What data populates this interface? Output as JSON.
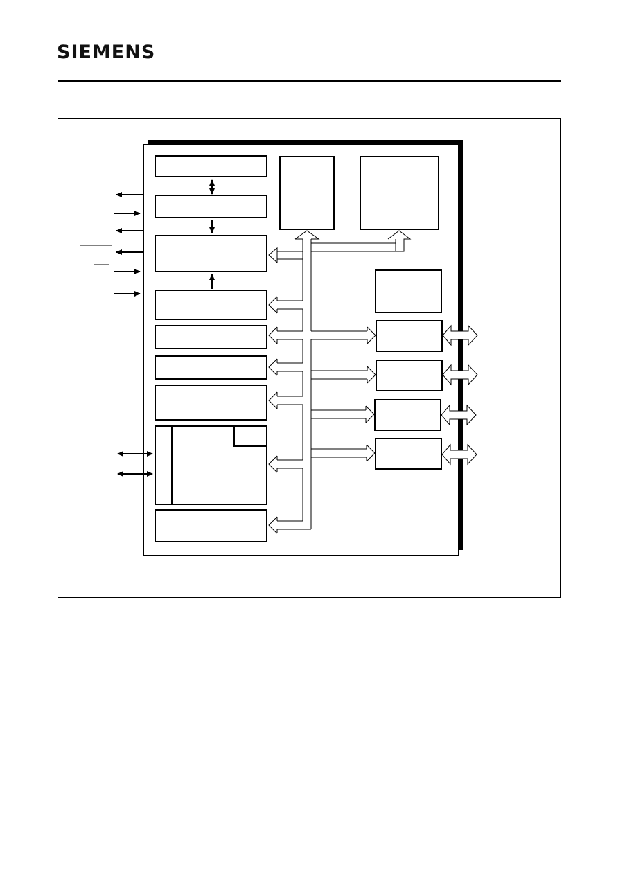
{
  "header": {
    "brand": "SIEMENS"
  },
  "diagram": {
    "frame": "figure-frame",
    "chip": "block-diagram-chip",
    "blocks": [
      "block-l1",
      "block-l2",
      "block-l3",
      "block-l4",
      "block-l5",
      "block-l6",
      "block-l7",
      "block-l8",
      "block-l8-corner",
      "block-l9",
      "block-top-mid",
      "block-top-right",
      "block-right-small",
      "port-block-1",
      "port-block-2",
      "port-block-3",
      "port-block-4"
    ],
    "colors": {
      "line": "#000000",
      "background": "#ffffff"
    }
  }
}
